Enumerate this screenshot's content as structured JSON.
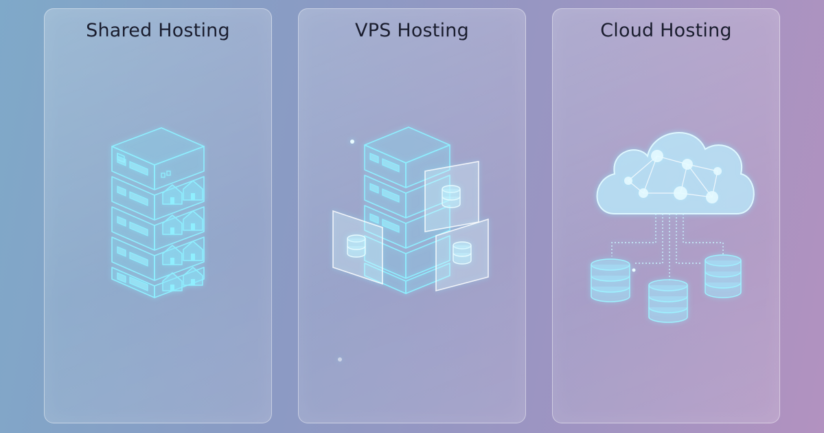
{
  "cards": [
    {
      "title": "Shared Hosting",
      "icon": "server-rack-with-houses-icon"
    },
    {
      "title": "VPS Hosting",
      "icon": "server-rack-with-virtual-panels-icon"
    },
    {
      "title": "Cloud Hosting",
      "icon": "cloud-with-databases-icon"
    }
  ],
  "colors": {
    "accent": "#8fefff",
    "title": "#1a1d2e"
  }
}
